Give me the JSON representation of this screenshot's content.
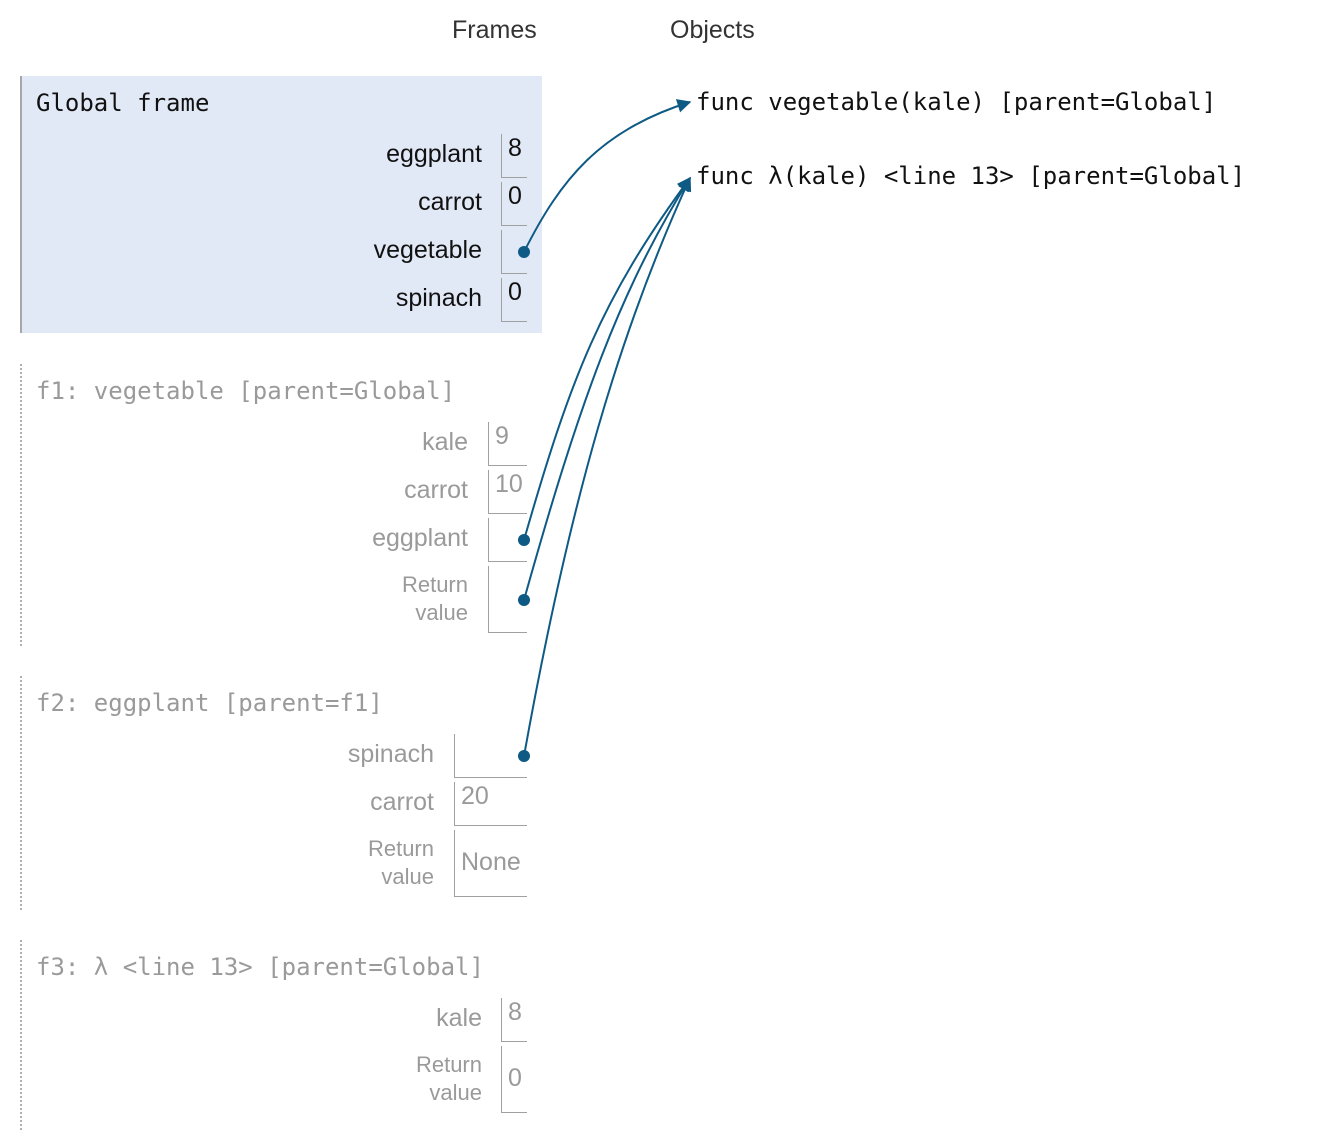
{
  "headers": {
    "frames": "Frames",
    "objects": "Objects"
  },
  "global_frame": {
    "title": "Global frame",
    "vars": [
      {
        "name": "eggplant",
        "value": "8"
      },
      {
        "name": "carrot",
        "value": "0"
      },
      {
        "name": "vegetable",
        "value": ""
      },
      {
        "name": "spinach",
        "value": "0"
      }
    ]
  },
  "f1": {
    "title": "f1: vegetable [parent=Global]",
    "vars": [
      {
        "name": "kale",
        "value": "9"
      },
      {
        "name": "carrot",
        "value": "10"
      },
      {
        "name": "eggplant",
        "value": ""
      }
    ],
    "return_line1": "Return",
    "return_line2": "value",
    "return_value": ""
  },
  "f2": {
    "title": "f2: eggplant [parent=f1]",
    "vars": [
      {
        "name": "spinach",
        "value": ""
      },
      {
        "name": "carrot",
        "value": "20"
      }
    ],
    "return_line1": "Return",
    "return_line2": "value",
    "return_value": "None"
  },
  "f3": {
    "title": "f3: λ <line 13> [parent=Global]",
    "vars": [
      {
        "name": "kale",
        "value": "8"
      }
    ],
    "return_line1": "Return",
    "return_line2": "value",
    "return_value": "0"
  },
  "objects": [
    "func vegetable(kale) [parent=Global]",
    "func λ(kale) <line 13> [parent=Global]"
  ],
  "colors": {
    "pointer": "#0e5a85",
    "global_bg": "#e2e9f6"
  }
}
